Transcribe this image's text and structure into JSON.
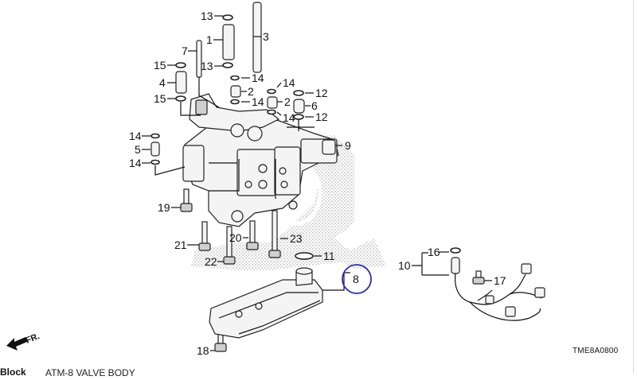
{
  "diagram": {
    "section_title": "ATM-8 VALVE BODY",
    "left_label": "Block",
    "reference_code": "TME8A0800",
    "direction_indicator": "FR.",
    "highlight_color": "#2c2ca8",
    "highlighted_callout": "8",
    "callouts": [
      {
        "id": "c13a",
        "label": "13"
      },
      {
        "id": "c1",
        "label": "1"
      },
      {
        "id": "c3",
        "label": "3"
      },
      {
        "id": "c7",
        "label": "7"
      },
      {
        "id": "c15a",
        "label": "15"
      },
      {
        "id": "c13b",
        "label": "13"
      },
      {
        "id": "c4",
        "label": "4"
      },
      {
        "id": "c14a",
        "label": "14"
      },
      {
        "id": "c14b",
        "label": "14"
      },
      {
        "id": "c12a",
        "label": "12"
      },
      {
        "id": "c2a",
        "label": "2"
      },
      {
        "id": "c2b",
        "label": "2"
      },
      {
        "id": "c6",
        "label": "6"
      },
      {
        "id": "c15b",
        "label": "15"
      },
      {
        "id": "c14c",
        "label": "14"
      },
      {
        "id": "c14d",
        "label": "14"
      },
      {
        "id": "c12b",
        "label": "12"
      },
      {
        "id": "c14e",
        "label": "14"
      },
      {
        "id": "c5",
        "label": "5"
      },
      {
        "id": "c14f",
        "label": "14"
      },
      {
        "id": "c9",
        "label": "9"
      },
      {
        "id": "c19",
        "label": "19"
      },
      {
        "id": "c20",
        "label": "20"
      },
      {
        "id": "c23",
        "label": "23"
      },
      {
        "id": "c21",
        "label": "21"
      },
      {
        "id": "c22",
        "label": "22"
      },
      {
        "id": "c11",
        "label": "11"
      },
      {
        "id": "c8",
        "label": "8"
      },
      {
        "id": "c10",
        "label": "10"
      },
      {
        "id": "c16",
        "label": "16"
      },
      {
        "id": "c17",
        "label": "17"
      },
      {
        "id": "c18",
        "label": "18"
      }
    ]
  }
}
